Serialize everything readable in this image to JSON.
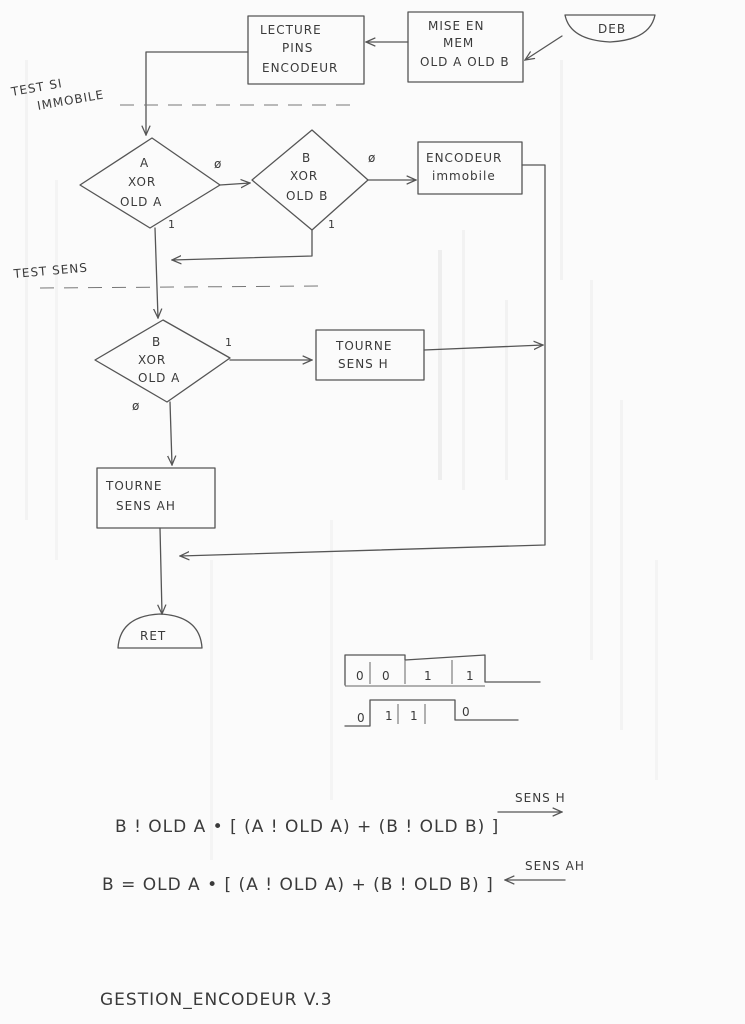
{
  "flowchart": {
    "start": "DEB",
    "init": [
      "MISE EN",
      "MEM",
      "OLD A  OLD B"
    ],
    "read": [
      "LECTURE",
      "PINS",
      "ENCODEUR"
    ],
    "test_immobile": [
      "TEST SI",
      "IMMOBILE"
    ],
    "test_sens": "TEST SENS",
    "xor_a": [
      "A",
      "XOR",
      "OLD A"
    ],
    "xor_b": [
      "B",
      "XOR",
      "OLD B"
    ],
    "xor_ba": [
      "B",
      "XOR",
      "OLD A"
    ],
    "immobile": [
      "ENCODEUR",
      "immobile"
    ],
    "sens_h": [
      "TOURNE",
      "SENS H"
    ],
    "sens_ah": [
      "TOURNE",
      "SENS AH"
    ],
    "end": "RET",
    "branch_zero": "ø",
    "branch_one": "1"
  },
  "timing": {
    "row1": [
      "0",
      "0",
      "1",
      "1"
    ],
    "row2": [
      "0",
      "1",
      "1",
      "0"
    ]
  },
  "equations": {
    "eq1": "B ! OLD A • [ (A ! OLD A) + (B ! OLD B) ]",
    "eq1_result": "SENS H",
    "eq2": "B = OLD A • [ (A ! OLD A) + (B ! OLD B) ]",
    "eq2_result": "SENS AH"
  },
  "footer": {
    "title": "GESTION_ENCODEUR V.3"
  }
}
